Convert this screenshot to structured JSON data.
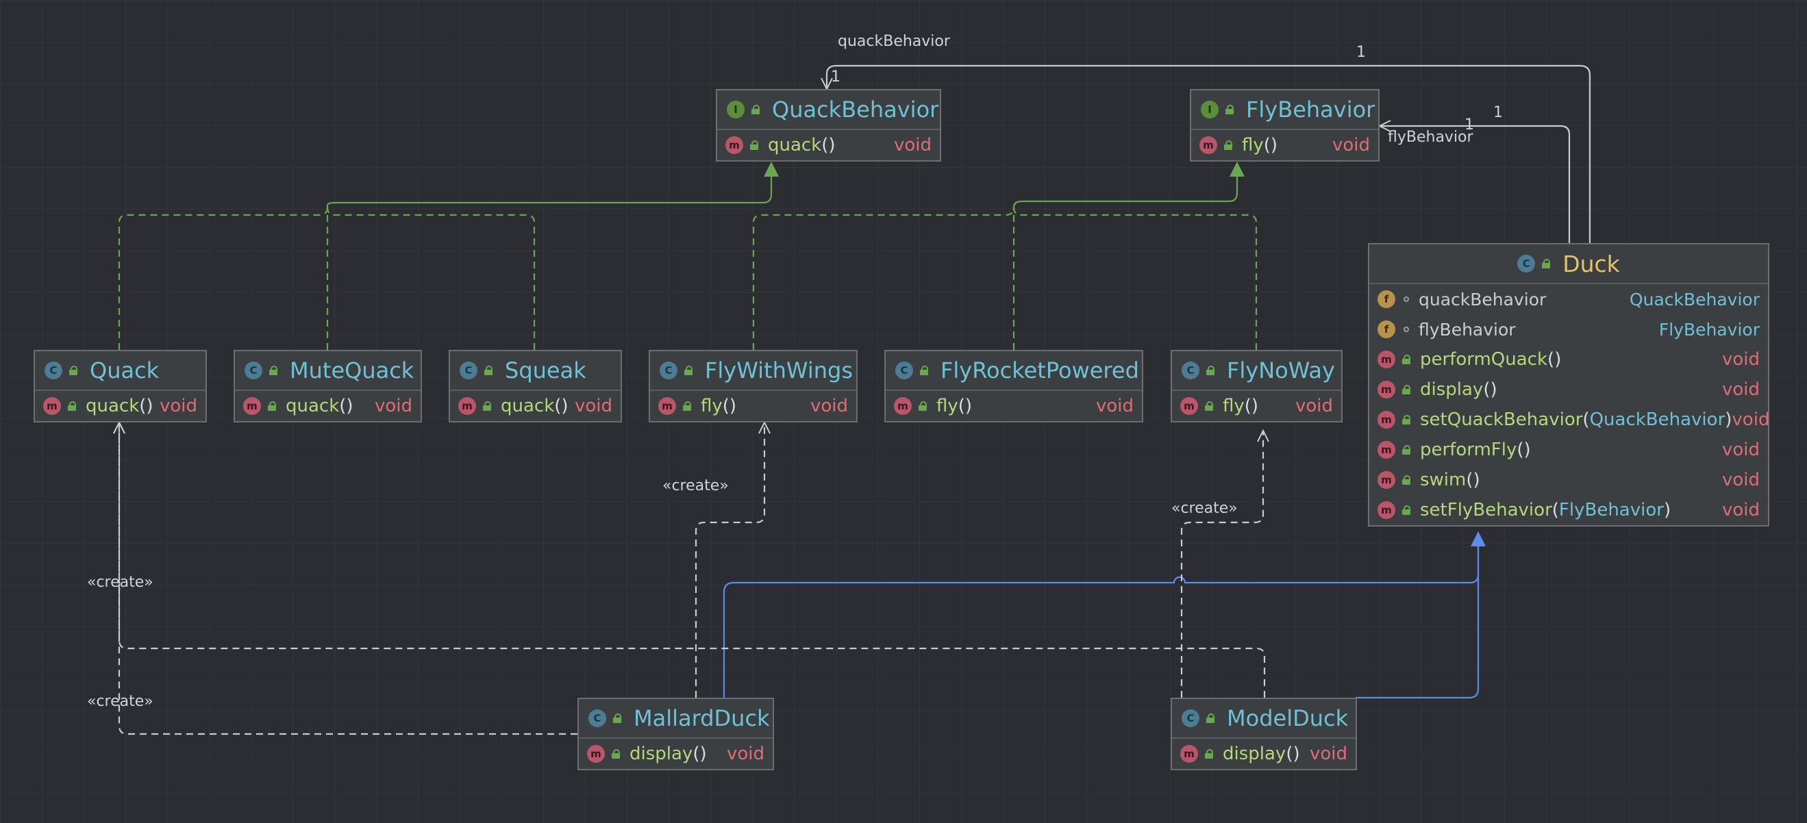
{
  "colors": {
    "background": "#2b2d33",
    "class_name": "#6fc1d6",
    "abstract_name": "#e8c26a",
    "method": "#b7d77b",
    "return_type": "#e06c75",
    "realization_edge": "#6aa84f",
    "generalization_edge": "#5b8dee",
    "dependency_edge": "#c8cbd0"
  },
  "nodes": {
    "quackBehavior": {
      "badge": "I",
      "name": "QuackBehavior",
      "method_badge": "m",
      "method": "quack",
      "ret": "void"
    },
    "flyBehavior": {
      "badge": "I",
      "name": "FlyBehavior",
      "method_badge": "m",
      "method": "fly",
      "ret": "void"
    },
    "quack": {
      "badge": "C",
      "name": "Quack",
      "method_badge": "m",
      "method": "quack",
      "ret": "void"
    },
    "muteQuack": {
      "badge": "C",
      "name": "MuteQuack",
      "method_badge": "m",
      "method": "quack",
      "ret": "void"
    },
    "squeak": {
      "badge": "C",
      "name": "Squeak",
      "method_badge": "m",
      "method": "quack",
      "ret": "void"
    },
    "flyWithWings": {
      "badge": "C",
      "name": "FlyWithWings",
      "method_badge": "m",
      "method": "fly",
      "ret": "void"
    },
    "flyRocketPowered": {
      "badge": "C",
      "name": "FlyRocketPowered",
      "method_badge": "m",
      "method": "fly",
      "ret": "void"
    },
    "flyNoWay": {
      "badge": "C",
      "name": "FlyNoWay",
      "method_badge": "m",
      "method": "fly",
      "ret": "void"
    },
    "mallardDuck": {
      "badge": "C",
      "name": "MallardDuck",
      "method_badge": "m",
      "method": "display",
      "ret": "void"
    },
    "modelDuck": {
      "badge": "C",
      "name": "ModelDuck",
      "method_badge": "m",
      "method": "display",
      "ret": "void"
    },
    "duck": {
      "badge": "C",
      "name": "Duck",
      "fields": [
        {
          "badge": "f",
          "name": "quackBehavior",
          "type": "QuackBehavior"
        },
        {
          "badge": "f",
          "name": "flyBehavior",
          "type": "FlyBehavior"
        }
      ],
      "methods": [
        {
          "badge": "m",
          "name": "performQuack",
          "param": "",
          "ret": "void"
        },
        {
          "badge": "m",
          "name": "display",
          "param": "",
          "ret": "void"
        },
        {
          "badge": "m",
          "name": "setQuackBehavior",
          "param": "QuackBehavior",
          "ret": "void"
        },
        {
          "badge": "m",
          "name": "performFly",
          "param": "",
          "ret": "void"
        },
        {
          "badge": "m",
          "name": "swim",
          "param": "",
          "ret": "void"
        },
        {
          "badge": "m",
          "name": "setFlyBehavior",
          "param": "FlyBehavior",
          "ret": "void"
        }
      ]
    }
  },
  "labels": {
    "quack_role": "quackBehavior",
    "quack_mult_duck": "1",
    "quack_mult_iface": "1",
    "fly_role": "flyBehavior",
    "fly_mult_duck": "1",
    "fly_mult_iface": "1",
    "create_flywithwings": "«create»",
    "create_flynoway": "«create»",
    "create_quack_1": "«create»",
    "create_quack_2": "«create»"
  },
  "paren_open": "(",
  "paren_close": ")",
  "paren_pair": "()"
}
